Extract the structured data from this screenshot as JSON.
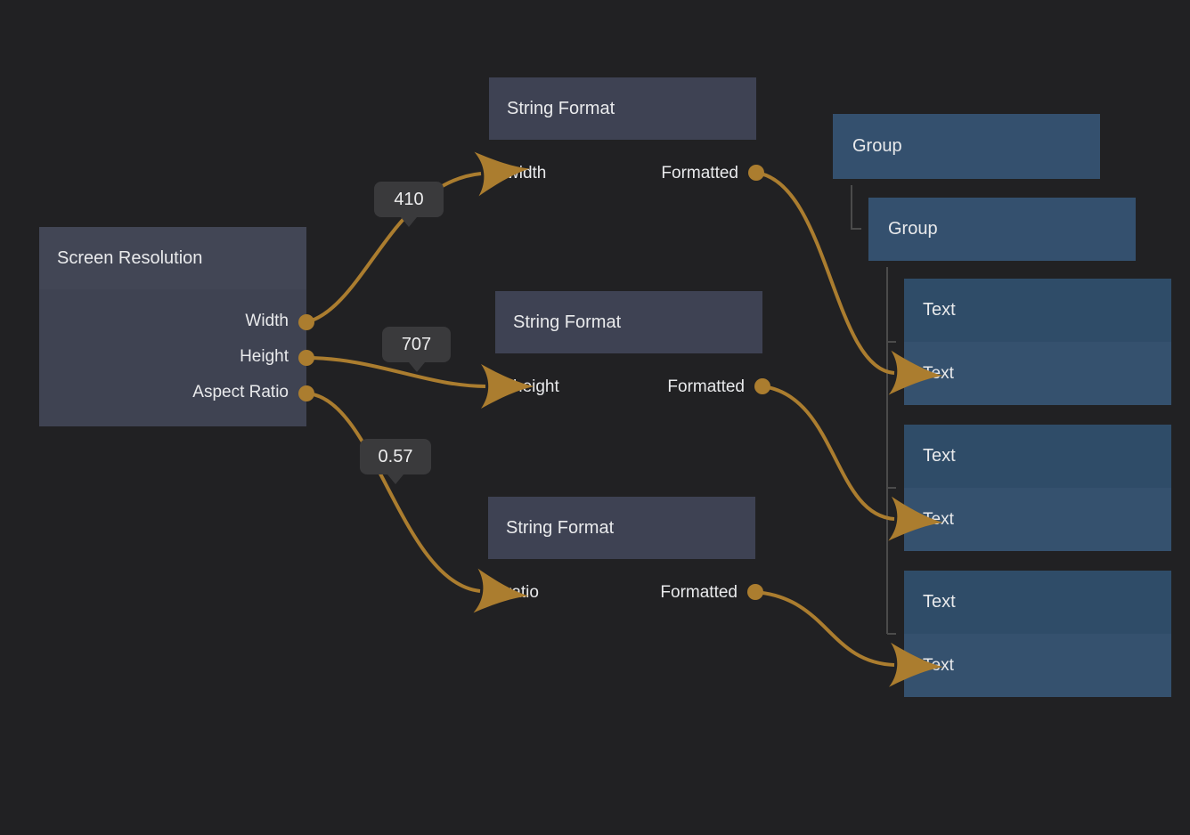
{
  "app": {
    "name": "node graph editor",
    "background": "#212123"
  },
  "colors": {
    "canvas_background": "#212123",
    "wire": "#ab7d2f",
    "port": "#ab7d2f",
    "hierarchy_line": "#4b4b4b",
    "badge_background": "#3a3a3c",
    "badge_text": "#ededee",
    "utility_node_header": "#3e4253",
    "utility_node_body": "#454959",
    "group_node": "#34506e",
    "text_node_header": "#2f4c68",
    "text_node_body": "#35516e",
    "label_text": "#e9eaec"
  },
  "nodes": {
    "screen_resolution": {
      "title": "Screen Resolution",
      "outputs": [
        "Width",
        "Height",
        "Aspect Ratio"
      ]
    },
    "string_format_width": {
      "title": "String Format",
      "input": "width",
      "output": "Formatted"
    },
    "string_format_height": {
      "title": "String Format",
      "input": "height",
      "output": "Formatted"
    },
    "string_format_ratio": {
      "title": "String Format",
      "input": "ratio",
      "output": "Formatted"
    },
    "group_outer": {
      "title": "Group"
    },
    "group_inner": {
      "title": "Group"
    },
    "text_width": {
      "title": "Text",
      "input": "Text"
    },
    "text_height": {
      "title": "Text",
      "input": "Text"
    },
    "text_ratio": {
      "title": "Text",
      "input": "Text"
    }
  },
  "wires": {
    "width": {
      "value": "410",
      "from": "Screen Resolution / Width",
      "to": "String Format / width"
    },
    "height": {
      "value": "707",
      "from": "Screen Resolution / Height",
      "to": "String Format / height"
    },
    "ratio": {
      "value": "0.57",
      "from": "Screen Resolution / Aspect Ratio",
      "to": "String Format / ratio"
    },
    "formatted_width": {
      "from": "String Format / Formatted",
      "to": "Text / Text"
    },
    "formatted_height": {
      "from": "String Format / Formatted",
      "to": "Text / Text"
    },
    "formatted_ratio": {
      "from": "String Format / Formatted",
      "to": "Text / Text"
    }
  }
}
